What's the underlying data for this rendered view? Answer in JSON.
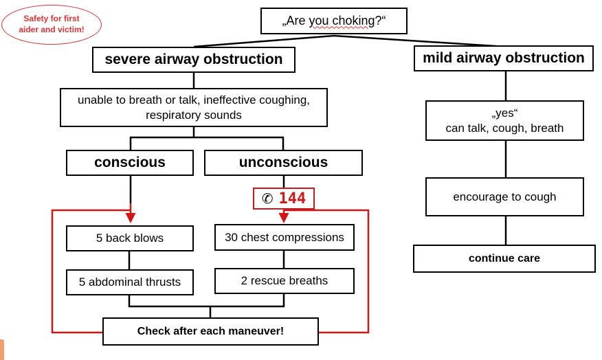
{
  "note": {
    "text": "Safety for first\naider and victim!",
    "color": "#e03030"
  },
  "question": {
    "open_quote": "„",
    "question_pre": "Are ",
    "question_flagged": "you choking",
    "question_post": "?“"
  },
  "severe": {
    "title": "severe airway obstruction",
    "symptoms": "unable to breath or talk, ineffective coughing,\nrespiratory sounds",
    "conscious": {
      "label": "conscious",
      "steps": [
        "5 back blows",
        "5 abdominal thrusts"
      ]
    },
    "unconscious": {
      "label": "unconscious",
      "emergency_icon": "phone-icon",
      "emergency_glyph": "✆",
      "emergency_number": "144",
      "steps": [
        "30 chest compressions",
        "2 rescue breaths"
      ]
    },
    "check": "Check after each maneuver!"
  },
  "mild": {
    "title": "mild airway obstruction",
    "symptoms": "„yes“\ncan talk, cough, breath",
    "action": "encourage to cough",
    "result": "continue care"
  },
  "colors": {
    "line": "#000000",
    "alert": "#d41515",
    "accent_mark": "#f0a070"
  }
}
